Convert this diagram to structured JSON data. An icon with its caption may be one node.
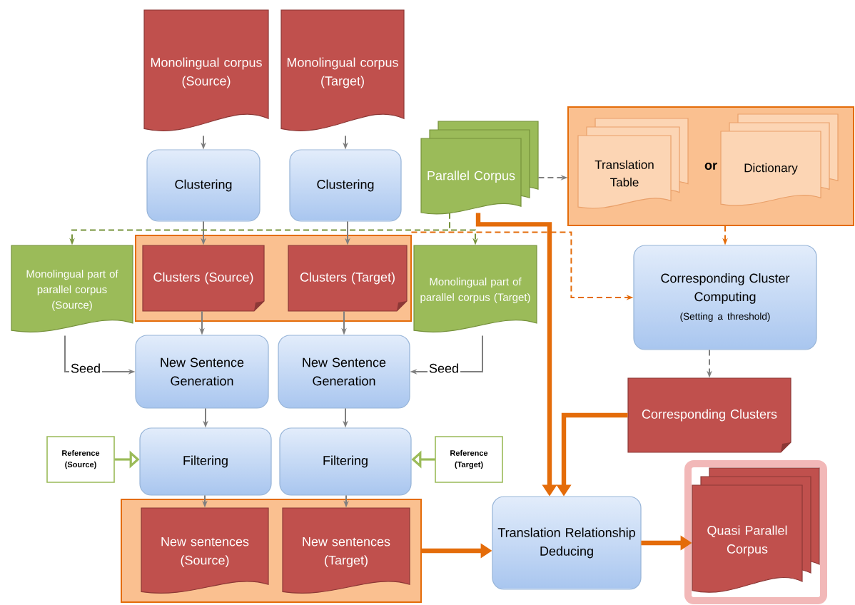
{
  "diagram": {
    "nodes": [
      {
        "text": [
          "Monolingual corpus (Source)"
        ]
      },
      {
        "text": [
          "Monolingual corpus (Target)"
        ]
      },
      {
        "text": [
          "Clustering"
        ]
      },
      {
        "text": [
          "Clustering"
        ]
      },
      {
        "text": [
          "Parallel Corpus"
        ]
      },
      {
        "text": [
          "or"
        ]
      },
      {
        "text": [
          "Translation Table"
        ],
        "in": 5
      },
      {
        "text": [
          "Dictionary"
        ],
        "in": 5
      },
      {
        "text": [],
        "shape": "box"
      },
      {
        "text": [
          "Monolingual part of parallel corpus (Source)"
        ]
      },
      {
        "text": [
          "Clusters (Source)"
        ],
        "in": 8
      },
      {
        "text": [
          "Clusters (Target)"
        ],
        "in": 8
      },
      {
        "text": [
          "Monolingual part of parallel corpus (Target)"
        ]
      },
      {
        "text": [
          "Corresponding Cluster Computing",
          "(Setting a threshold)"
        ]
      },
      {
        "text": [
          "New Sentence Generation"
        ]
      },
      {
        "text": [
          "New Sentence Generation"
        ]
      },
      {
        "text": [
          "Corresponding Clusters"
        ]
      },
      {
        "text": [
          "Reference (Source)"
        ]
      },
      {
        "text": [
          "Filtering"
        ]
      },
      {
        "text": [
          "Filtering"
        ]
      },
      {
        "text": [
          "Reference (Target)"
        ]
      },
      {
        "text": [],
        "shape": "box"
      },
      {
        "text": [
          "New sentences (Source)"
        ],
        "in": 21
      },
      {
        "text": [
          "New sentences (Target)"
        ],
        "in": 21
      },
      {
        "text": [
          "Translation Relationship Deducing"
        ]
      },
      {
        "text": [
          "Quasi Parallel Corpus"
        ]
      }
    ],
    "edges": [
      {
        "from": 0,
        "to": 2,
        "arrow": "to"
      },
      {
        "from": 1,
        "to": 3,
        "arrow": "to"
      },
      {
        "from": 2,
        "to": 10,
        "arrow": "to"
      },
      {
        "from": 3,
        "to": 11,
        "arrow": "to"
      },
      {
        "from": 10,
        "to": 14,
        "arrow": "to"
      },
      {
        "from": 11,
        "to": 15,
        "arrow": "to"
      },
      {
        "from": 9,
        "to": 14,
        "arrow": "to",
        "label": "Seed"
      },
      {
        "from": 12,
        "to": 15,
        "arrow": "to",
        "label": "Seed"
      },
      {
        "from": 14,
        "to": 18,
        "arrow": "to"
      },
      {
        "from": 15,
        "to": 19,
        "arrow": "to"
      },
      {
        "from": 17,
        "to": 18,
        "arrow": "to",
        "color": "#9bbb59"
      },
      {
        "from": 20,
        "to": 19,
        "arrow": "to",
        "color": "#9bbb59"
      },
      {
        "from": 18,
        "to": 22,
        "arrow": "to"
      },
      {
        "from": 19,
        "to": 23,
        "arrow": "to"
      },
      {
        "from": 4,
        "to": 5,
        "arrow": "to",
        "style": "dashed"
      },
      {
        "from": 4,
        "to": 9,
        "arrow": "to",
        "style": "dashed",
        "color": "#77933c"
      },
      {
        "from": 4,
        "to": 12,
        "arrow": "to",
        "style": "dashed",
        "color": "#77933c"
      },
      {
        "from": 8,
        "to": 13,
        "arrow": "to",
        "style": "dashed",
        "color": "#e46c0a"
      },
      {
        "from": 5,
        "to": 13,
        "arrow": "to",
        "style": "dashed",
        "color": "#e46c0a"
      },
      {
        "from": 13,
        "to": 16,
        "arrow": "to",
        "style": "dashed"
      },
      {
        "from": 4,
        "to": 24,
        "arrow": "to",
        "style": "thick",
        "color": "#e46c0a"
      },
      {
        "from": 16,
        "to": 24,
        "arrow": "to",
        "style": "thick",
        "color": "#e46c0a"
      },
      {
        "from": 21,
        "to": 24,
        "arrow": "to",
        "style": "thick",
        "color": "#e46c0a"
      },
      {
        "from": 24,
        "to": 25,
        "arrow": "to",
        "style": "thick",
        "color": "#e46c0a"
      }
    ]
  }
}
